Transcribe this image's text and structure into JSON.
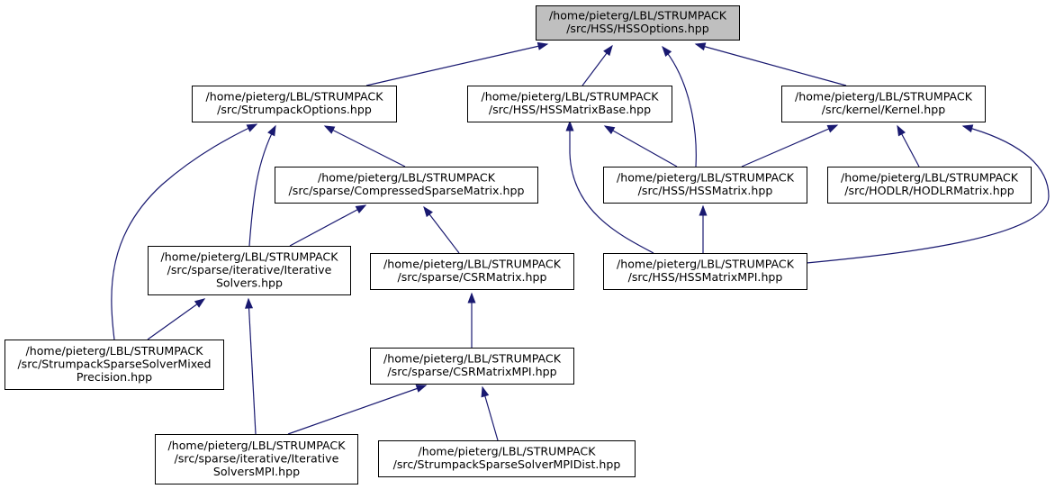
{
  "diagram": {
    "edge_color": "#191970",
    "root_fill": "#bfbfbf",
    "nodes": [
      {
        "id": "hssoptions",
        "lines": [
          "/home/pieterg/LBL/STRUMPACK",
          "/src/HSS/HSSOptions.hpp"
        ],
        "root": true
      },
      {
        "id": "strumpackoptions",
        "lines": [
          "/home/pieterg/LBL/STRUMPACK",
          "/src/StrumpackOptions.hpp"
        ]
      },
      {
        "id": "hssmatrixbase",
        "lines": [
          "/home/pieterg/LBL/STRUMPACK",
          "/src/HSS/HSSMatrixBase.hpp"
        ]
      },
      {
        "id": "kernel",
        "lines": [
          "/home/pieterg/LBL/STRUMPACK",
          "/src/kernel/Kernel.hpp"
        ]
      },
      {
        "id": "compressedsparsematrix",
        "lines": [
          "/home/pieterg/LBL/STRUMPACK",
          "/src/sparse/CompressedSparseMatrix.hpp"
        ]
      },
      {
        "id": "hssmatrix",
        "lines": [
          "/home/pieterg/LBL/STRUMPACK",
          "/src/HSS/HSSMatrix.hpp"
        ]
      },
      {
        "id": "hodlrmatrix",
        "lines": [
          "/home/pieterg/LBL/STRUMPACK",
          "/src/HODLR/HODLRMatrix.hpp"
        ]
      },
      {
        "id": "iterativesolvers",
        "lines": [
          "/home/pieterg/LBL/STRUMPACK",
          "/src/sparse/iterative/Iterative",
          "Solvers.hpp"
        ]
      },
      {
        "id": "csrmatrix",
        "lines": [
          "/home/pieterg/LBL/STRUMPACK",
          "/src/sparse/CSRMatrix.hpp"
        ]
      },
      {
        "id": "hssmatrixmpi",
        "lines": [
          "/home/pieterg/LBL/STRUMPACK",
          "/src/HSS/HSSMatrixMPI.hpp"
        ]
      },
      {
        "id": "sparsesolvermixed",
        "lines": [
          "/home/pieterg/LBL/STRUMPACK",
          "/src/StrumpackSparseSolverMixed",
          "Precision.hpp"
        ]
      },
      {
        "id": "csrmatrixmpi",
        "lines": [
          "/home/pieterg/LBL/STRUMPACK",
          "/src/sparse/CSRMatrixMPI.hpp"
        ]
      },
      {
        "id": "iterativesolversmpi",
        "lines": [
          "/home/pieterg/LBL/STRUMPACK",
          "/src/sparse/iterative/Iterative",
          "SolversMPI.hpp"
        ]
      },
      {
        "id": "sparsesolvermpidist",
        "lines": [
          "/home/pieterg/LBL/STRUMPACK",
          "/src/StrumpackSparseSolverMPIDist.hpp"
        ]
      }
    ],
    "edges": [
      {
        "from": "strumpackoptions",
        "to": "hssoptions"
      },
      {
        "from": "hssmatrixbase",
        "to": "hssoptions"
      },
      {
        "from": "hssmatrix",
        "to": "hssoptions"
      },
      {
        "from": "kernel",
        "to": "hssoptions"
      },
      {
        "from": "sparsesolvermixed",
        "to": "strumpackoptions"
      },
      {
        "from": "iterativesolvers",
        "to": "strumpackoptions"
      },
      {
        "from": "compressedsparsematrix",
        "to": "strumpackoptions"
      },
      {
        "from": "hssmatrix",
        "to": "hssmatrixbase"
      },
      {
        "from": "hssmatrixmpi",
        "to": "hssmatrixbase"
      },
      {
        "from": "hssmatrix",
        "to": "kernel"
      },
      {
        "from": "hodlrmatrix",
        "to": "kernel"
      },
      {
        "from": "hssmatrixmpi",
        "to": "kernel"
      },
      {
        "from": "iterativesolvers",
        "to": "compressedsparsematrix"
      },
      {
        "from": "csrmatrix",
        "to": "compressedsparsematrix"
      },
      {
        "from": "hssmatrixmpi",
        "to": "hssmatrix"
      },
      {
        "from": "sparsesolvermixed",
        "to": "iterativesolvers"
      },
      {
        "from": "iterativesolversmpi",
        "to": "iterativesolvers"
      },
      {
        "from": "csrmatrixmpi",
        "to": "csrmatrix"
      },
      {
        "from": "iterativesolversmpi",
        "to": "csrmatrixmpi"
      },
      {
        "from": "sparsesolvermpidist",
        "to": "csrmatrixmpi"
      }
    ]
  }
}
